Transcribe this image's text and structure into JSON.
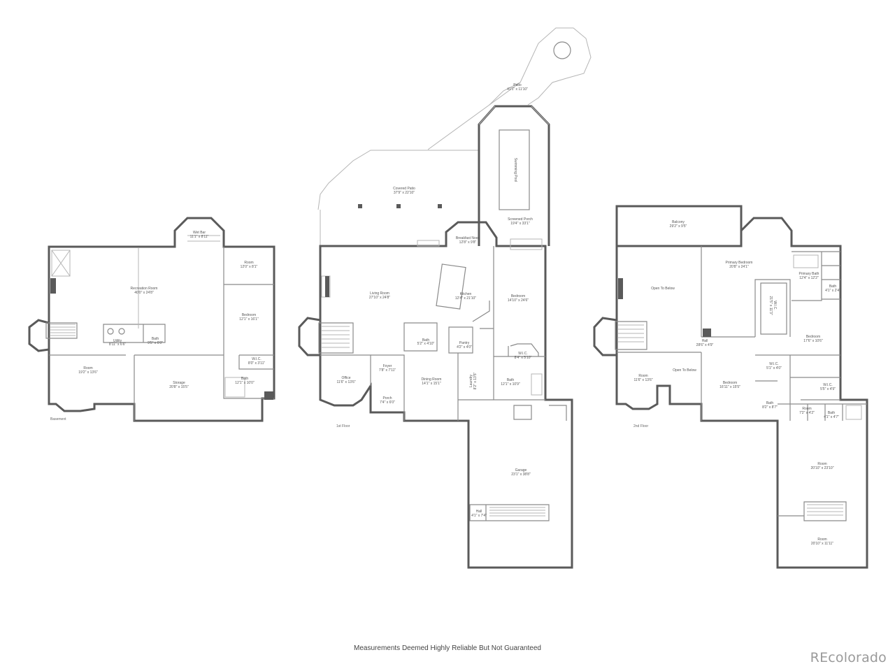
{
  "floors": {
    "basement": {
      "label": "Basement",
      "rooms": {
        "wet_bar": {
          "name": "Wet Bar",
          "size": "11'1\" x 8'11\""
        },
        "recreation": {
          "name": "Recreation Room",
          "size": "40'0\" x 24'8\""
        },
        "room_a": {
          "name": "Room",
          "size": "12'0\" x 8'1\""
        },
        "bedroom": {
          "name": "Bedroom",
          "size": "12'1\" x 16'1\""
        },
        "utility": {
          "name": "Utility",
          "size": "8'11\" x 6'6\""
        },
        "bath_a": {
          "name": "Bath",
          "size": "9'5\" x 6'0\""
        },
        "wic": {
          "name": "W.I.C.",
          "size": "8'0\" x 3'11\""
        },
        "room_b": {
          "name": "Room",
          "size": "19'2\" x 13'6\""
        },
        "storage": {
          "name": "Storage",
          "size": "20'8\" x 15'5\""
        },
        "bath_b": {
          "name": "Bath",
          "size": "12'1\" x 10'0\""
        }
      }
    },
    "first": {
      "label": "1st Floor",
      "rooms": {
        "patio": {
          "name": "Patio",
          "size": "41'1\" x 11'10\""
        },
        "pool": {
          "name": "Swimming Pool",
          "size": ""
        },
        "covered_patio": {
          "name": "Covered Patio",
          "size": "37'9\" x 22'10\""
        },
        "screened_porch": {
          "name": "Screened Porch",
          "size": "19'4\" x 33'1\""
        },
        "breakfast_nook": {
          "name": "Breakfast Nook",
          "size": "12'8\" x 9'8\""
        },
        "living": {
          "name": "Living Room",
          "size": "27'10\" x 24'8\""
        },
        "kitchen": {
          "name": "Kitchen",
          "size": "12'4\" x 21'10\""
        },
        "bedroom": {
          "name": "Bedroom",
          "size": "14'10\" x 24'6\""
        },
        "bath_small": {
          "name": "Bath",
          "size": "5'2\" x 4'10\""
        },
        "pantry": {
          "name": "Pantry",
          "size": "4'2\" x 4'0\""
        },
        "foyer": {
          "name": "Foyer",
          "size": "7'8\" x 7'11\""
        },
        "office": {
          "name": "Office",
          "size": "11'6\" x 13'6\""
        },
        "dining": {
          "name": "Dining Room",
          "size": "14'1\" x 15'1\""
        },
        "laundry": {
          "name": "Laundry",
          "size": "8'2\" x 13'5\""
        },
        "wic": {
          "name": "W.I.C.",
          "size": "8'4\" x 5'10\""
        },
        "bath": {
          "name": "Bath",
          "size": "12'1\" x 10'9\""
        },
        "porch": {
          "name": "Porch",
          "size": "7'4\" x 6'0\""
        },
        "garage": {
          "name": "Garage",
          "size": "23'1\" x 38'8\""
        },
        "hall": {
          "name": "Hall",
          "size": "4'1\" x 7'4\""
        }
      }
    },
    "second": {
      "label": "2nd Floor",
      "rooms": {
        "balcony": {
          "name": "Balcony",
          "size": "29'2\" x 9'5\""
        },
        "primary_bedroom": {
          "name": "Primary Bedroom",
          "size": "20'8\" x 24'1\""
        },
        "primary_bath": {
          "name": "Primary Bath",
          "size": "12'4\" x 12'2\""
        },
        "open_below_a": {
          "name": "Open To Below",
          "size": ""
        },
        "wic_a": {
          "name": "W.I.C.",
          "size": "21'5\" x 11'3\""
        },
        "bath_a": {
          "name": "Bath",
          "size": "4'1\" x 2'4\""
        },
        "bedroom_a": {
          "name": "Bedroom",
          "size": "17'6\" x 10'6\""
        },
        "hall": {
          "name": "Hall",
          "size": "28'6\" x 4'9\""
        },
        "room_a": {
          "name": "Room",
          "size": "11'6\" x 13'6\""
        },
        "open_below_b": {
          "name": "Open To Below",
          "size": ""
        },
        "bedroom_b": {
          "name": "Bedroom",
          "size": "16'11\" x 15'5\""
        },
        "wic_b": {
          "name": "W.I.C.",
          "size": "5'1\" x 4'0\""
        },
        "wic_c": {
          "name": "W.I.C.",
          "size": "5'5\" x 4'9\""
        },
        "bath_b": {
          "name": "Bath",
          "size": "8'2\" x 8'7\""
        },
        "room_b": {
          "name": "Room",
          "size": "7'2\" x 4'2\""
        },
        "bath_c": {
          "name": "Bath",
          "size": "4'1\" x 4'7\""
        },
        "bonus_room": {
          "name": "Room",
          "size": "20'10\" x 23'10\""
        },
        "lower_room": {
          "name": "Room",
          "size": "20'10\" x 11'11\""
        }
      }
    }
  },
  "disclaimer": "Measurements Deemed Highly Reliable But Not Guaranteed",
  "watermark": "REcolorado"
}
